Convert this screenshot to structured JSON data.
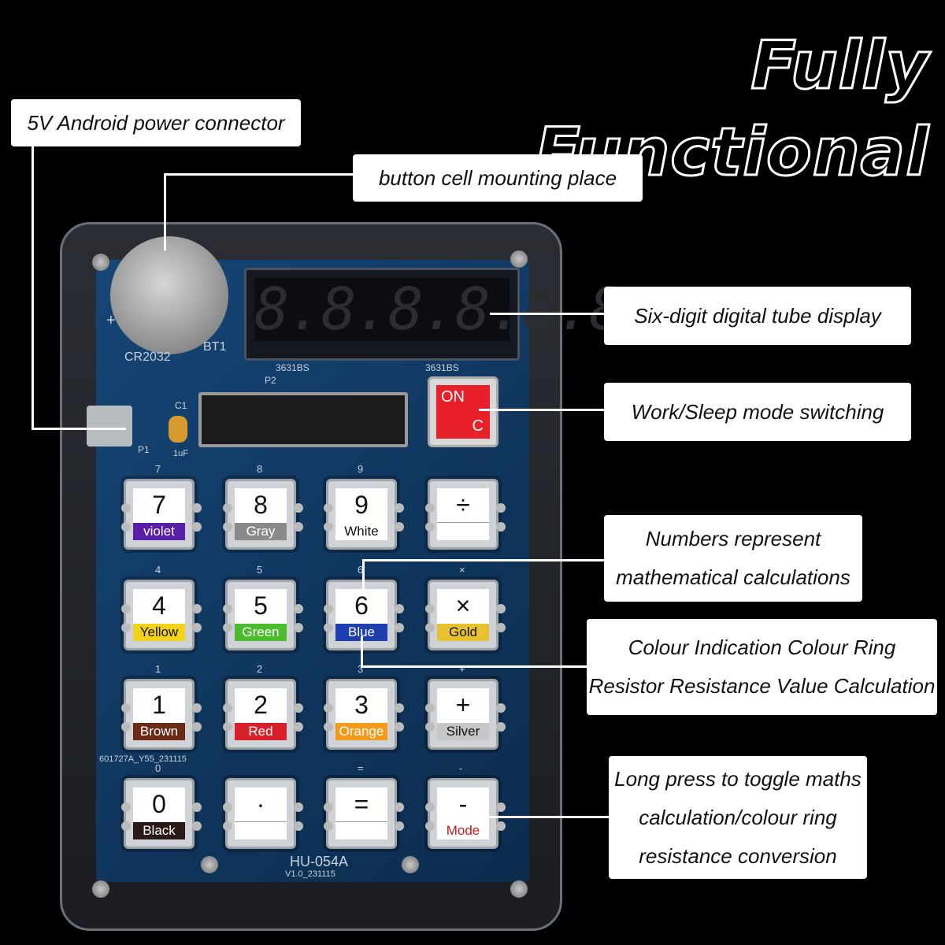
{
  "title": "Fully Functional",
  "callouts": {
    "power": "5V Android power connector",
    "cell": "button cell mounting place",
    "display": "Six-digit digital tube display",
    "work_sleep": "Work/Sleep mode switching",
    "numbers": [
      "Numbers represent",
      "mathematical calculations"
    ],
    "colour": [
      "Colour Indication Colour Ring",
      "Resistor Resistance Value Calculation"
    ],
    "long_press": [
      "Long press to toggle maths",
      "calculation/colour ring",
      "resistance conversion"
    ]
  },
  "board": {
    "model": "HU-054A",
    "version": "V1.0_231115",
    "cell_label": "CR2032",
    "bt_label": "BT1",
    "display_part_1": "3631BS",
    "display_part_2": "3631BS",
    "pcb_code": "601727A_Y55_231115",
    "cap_label": "C1",
    "cap_value": "1uF",
    "p1_label": "P1",
    "p2_label": "P2",
    "plus_mark": "+",
    "display_digits": "8.8.8.8.8.8."
  },
  "on_key": {
    "on": "ON",
    "c": "C"
  },
  "keys": [
    {
      "sym": "7",
      "label": "violet",
      "color": "#5a1fa8",
      "silk": "7"
    },
    {
      "sym": "8",
      "label": "Gray",
      "color": "#8a8a8a",
      "silk": "8"
    },
    {
      "sym": "9",
      "label": "White",
      "color": "#ffffff",
      "silk": "9"
    },
    {
      "sym": "÷",
      "label": "",
      "color": "#ffffff",
      "silk": ""
    },
    {
      "sym": "4",
      "label": "Yellow",
      "color": "#f2d21a",
      "silk": "4"
    },
    {
      "sym": "5",
      "label": "Green",
      "color": "#4cbb2e",
      "silk": "5"
    },
    {
      "sym": "6",
      "label": "Blue",
      "color": "#1f3fae",
      "silk": "6"
    },
    {
      "sym": "×",
      "label": "Gold",
      "color": "#e8c131",
      "silk": "×"
    },
    {
      "sym": "1",
      "label": "Brown",
      "color": "#6b2a16",
      "silk": "1"
    },
    {
      "sym": "2",
      "label": "Red",
      "color": "#d8202a",
      "silk": "2"
    },
    {
      "sym": "3",
      "label": "Orange",
      "color": "#f39a1b",
      "silk": "3"
    },
    {
      "sym": "+",
      "label": "Silver",
      "color": "#c4c6c8",
      "silk": "+"
    },
    {
      "sym": "0",
      "label": "Black",
      "color": "#2a1a18",
      "silk": "0"
    },
    {
      "sym": "·",
      "label": "",
      "color": "#ffffff",
      "silk": ""
    },
    {
      "sym": "=",
      "label": "",
      "color": "#ffffff",
      "silk": "="
    },
    {
      "sym": "-",
      "label": "Mode",
      "color": "#ffffff",
      "silk": "-"
    }
  ]
}
